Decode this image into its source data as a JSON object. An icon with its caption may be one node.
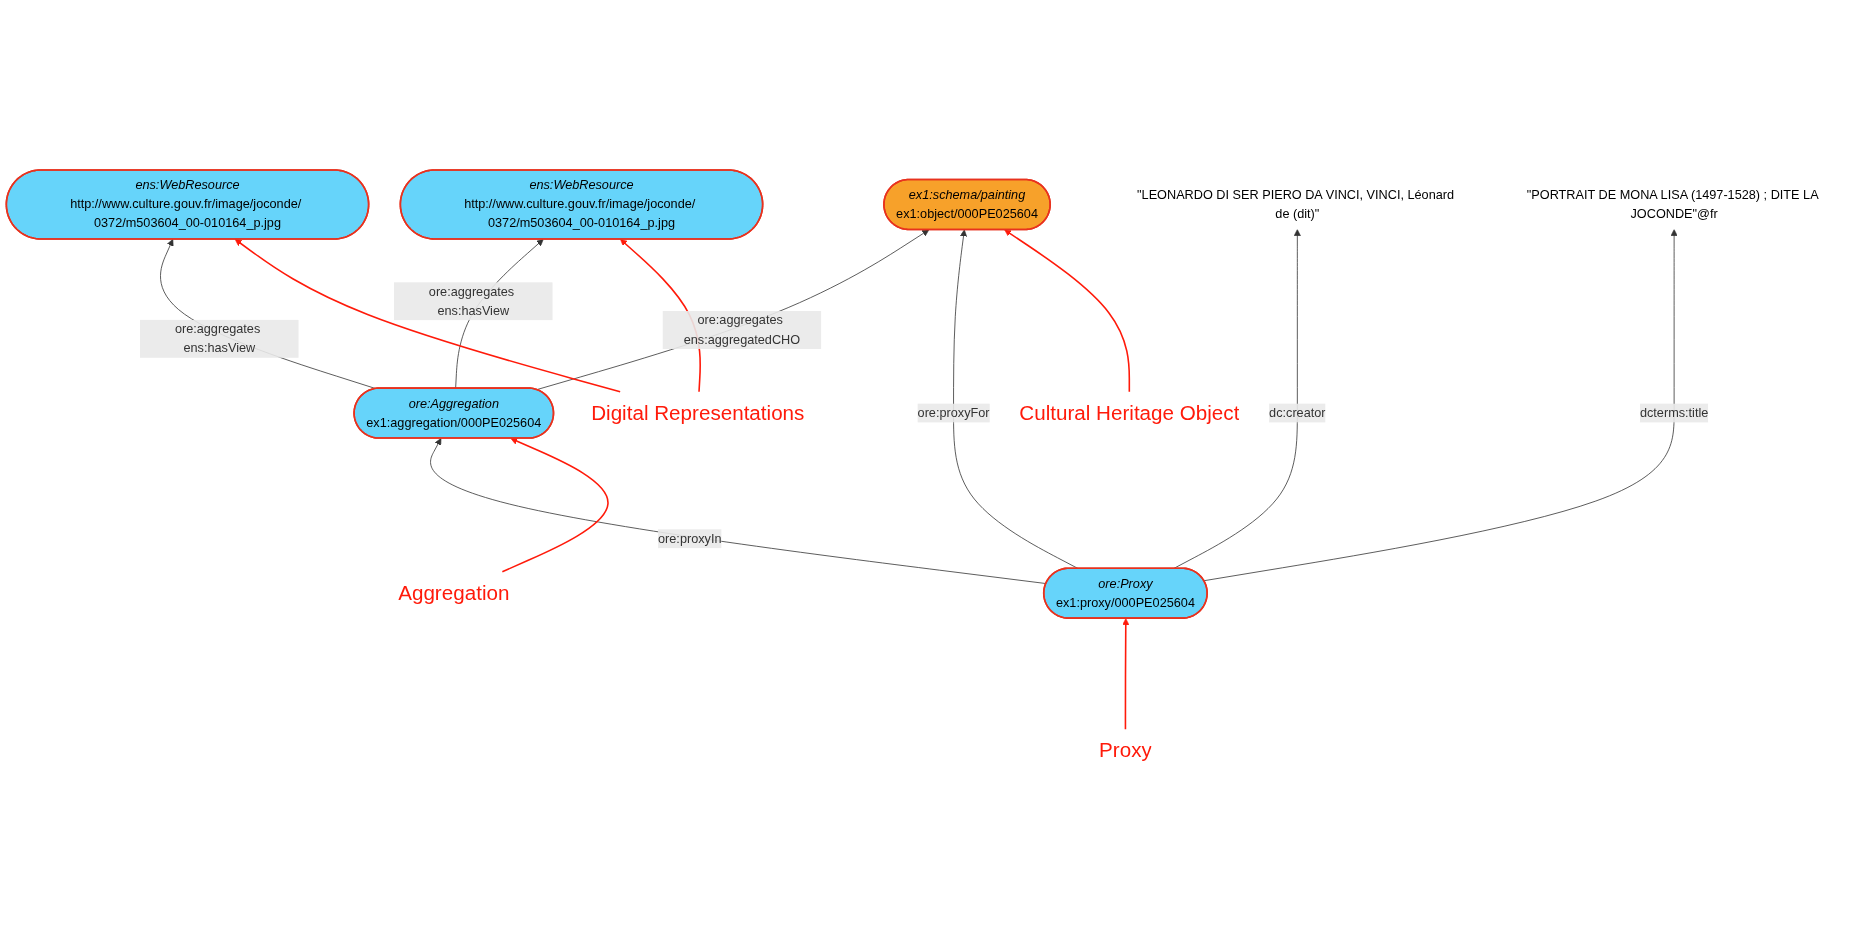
{
  "diagram": {
    "nodes": [
      {
        "text": [
          "ens:WebResource",
          "http://www.culture.gouv.fr/image/joconde/ 0372/m503604_00-010164_p.jpg"
        ]
      },
      {
        "text": [
          "ens:WebResource",
          "http://www.culture.gouv.fr/image/joconde/ 0372/m503604_00-010164_p.jpg"
        ]
      },
      {
        "text": [
          "ore:Aggregation",
          "ex1:aggregation/000PE025604"
        ]
      },
      {
        "text": [
          "ore:Proxy",
          "ex1:proxy/000PE025604"
        ]
      },
      {
        "text": [
          "ex1:schema/painting",
          "ex1:object/000PE025604"
        ]
      },
      {
        "text": [
          "\"LEONARDO DI SER PIERO DA VINCI, VINCI, Léonard de (dit)\""
        ]
      },
      {
        "text": [
          "\"PORTRAIT DE MONA LISA (1497-1528) ; DITE LA JOCONDE\"@fr"
        ]
      },
      {
        "text": [
          "Digital Representations"
        ]
      },
      {
        "text": [
          "Aggregation"
        ]
      },
      {
        "text": [
          "Proxy"
        ]
      },
      {
        "text": [
          "Cultural Heritage Object"
        ]
      }
    ],
    "edges": [
      {
        "from": 2,
        "to": 0,
        "arrow": "to",
        "label": "ore:aggregates ens:hasView"
      },
      {
        "from": 2,
        "to": 1,
        "arrow": "to",
        "label": "ore:aggregates ens:hasView"
      },
      {
        "from": 3,
        "to": 2,
        "arrow": "to",
        "label": "ore:proxyIn"
      },
      {
        "from": 2,
        "to": 4,
        "arrow": "to",
        "label": "ore:aggregates ens:aggregatedCHO"
      },
      {
        "from": 3,
        "to": 4,
        "arrow": "to",
        "label": "ore:proxyFor"
      },
      {
        "from": 3,
        "to": 5,
        "arrow": "to",
        "label": "dc:creator"
      },
      {
        "from": 3,
        "to": 6,
        "arrow": "to",
        "label": "dcterms:title"
      },
      {
        "from": 7,
        "to": 0,
        "arrow": "to",
        "color": "#ff1a0a"
      },
      {
        "from": 7,
        "to": 1,
        "arrow": "to",
        "color": "#ff1a0a"
      },
      {
        "from": 8,
        "to": 2,
        "arrow": "to",
        "color": "#ff1a0a"
      },
      {
        "from": 9,
        "to": 3,
        "arrow": "to",
        "color": "#ff1a0a"
      },
      {
        "from": 10,
        "to": 4,
        "arrow": "to",
        "color": "#ff1a0a"
      }
    ]
  }
}
